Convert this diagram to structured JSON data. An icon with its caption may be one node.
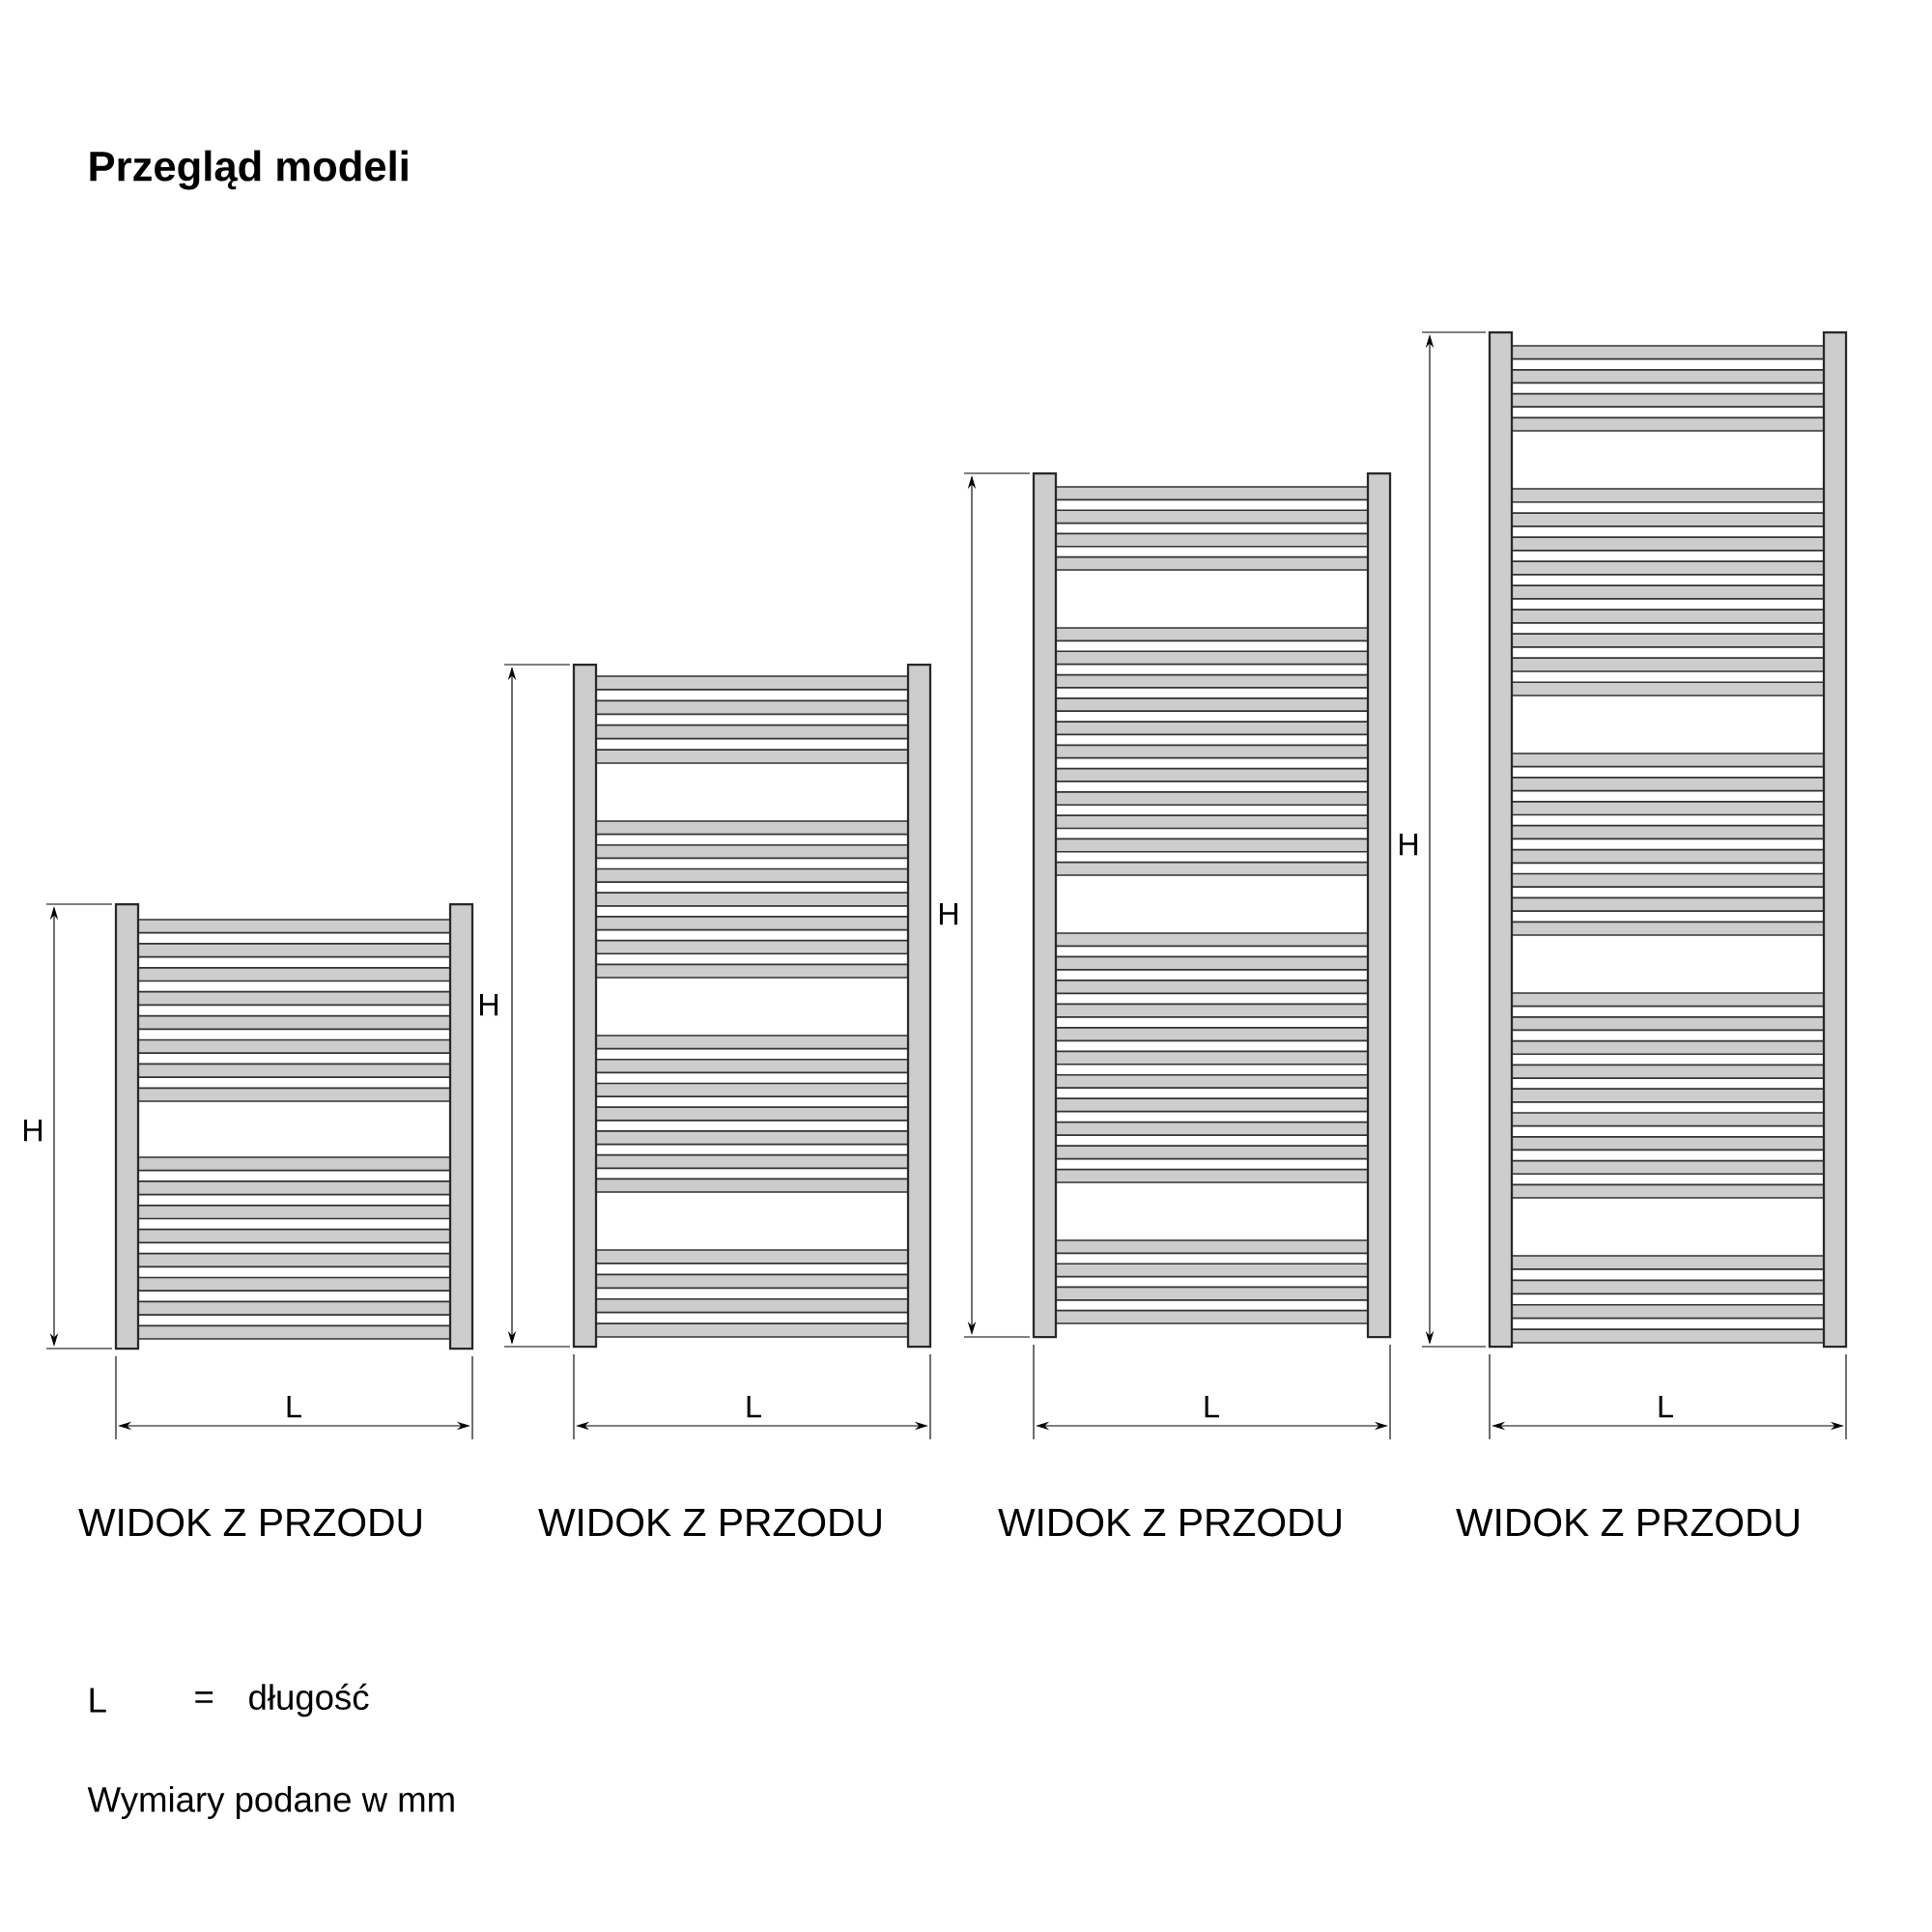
{
  "diagram": {
    "title": "Przegląd modeli",
    "labels": [
      "H",
      "L",
      "H",
      "L",
      "H",
      "L",
      "H",
      "L",
      "WIDOK Z PRZODU",
      "WIDOK Z PRZODU",
      "WIDOK Z PRZODU",
      "WIDOK Z PRZODU",
      "L",
      "=",
      "długość",
      "Wymiary podane w mm"
    ]
  }
}
